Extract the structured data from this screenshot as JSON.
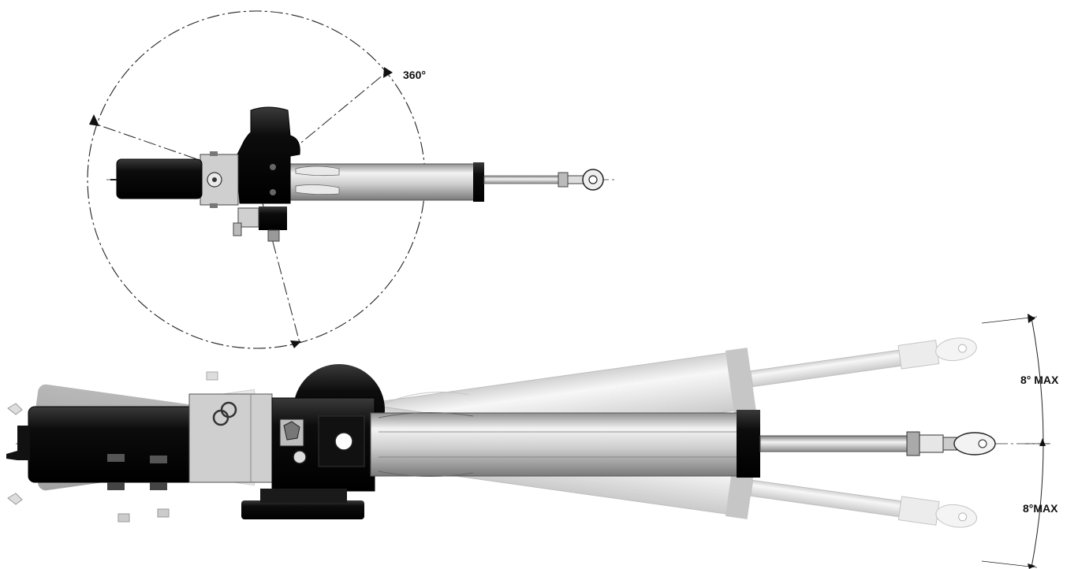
{
  "labels": {
    "rotation": "360°",
    "tilt_up": "8° MAX",
    "tilt_down": "8°MAX"
  },
  "colors": {
    "body_dark": "#141414",
    "steel_light": "#d8d8d8",
    "steel_mid": "#a9a9a9",
    "ghost": "#e6e6e6",
    "line": "#222222"
  }
}
